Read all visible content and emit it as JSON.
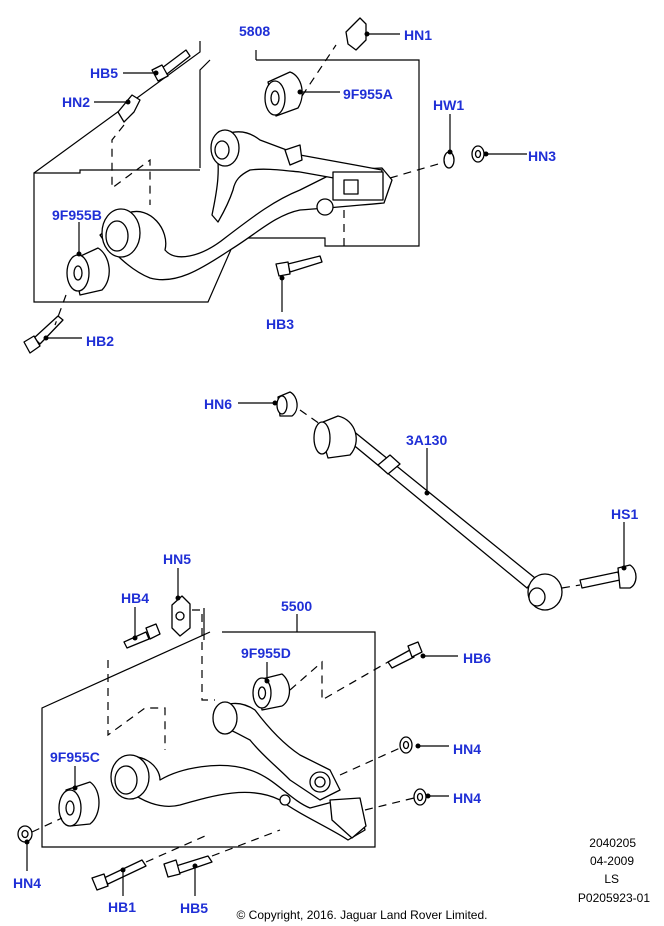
{
  "callouts": {
    "c5808": "5808",
    "hn1": "HN1",
    "hb5_top": "HB5",
    "hn2": "HN2",
    "c9f955a": "9F955A",
    "hw1": "HW1",
    "hn3": "HN3",
    "c9f955b": "9F955B",
    "hb3": "HB3",
    "hb2": "HB2",
    "hn6": "HN6",
    "c3a130": "3A130",
    "hs1": "HS1",
    "hn5": "HN5",
    "hb4": "HB4",
    "c5500": "5500",
    "c9f955d": "9F955D",
    "hb6": "HB6",
    "hn4_right_upper": "HN4",
    "c9f955c": "9F955C",
    "hn4_right_lower": "HN4",
    "hn4_left": "HN4",
    "hb1": "HB1",
    "hb5_bottom": "HB5"
  },
  "meta": {
    "ref1": "2040205",
    "ref2": "04-2009",
    "ref3": "LS",
    "ref4": "P0205923-01",
    "copyright": "© Copyright, 2016. Jaguar Land Rover Limited."
  },
  "colors": {
    "callout": "#1f2fd6",
    "line": "#000000",
    "background": "#ffffff"
  }
}
